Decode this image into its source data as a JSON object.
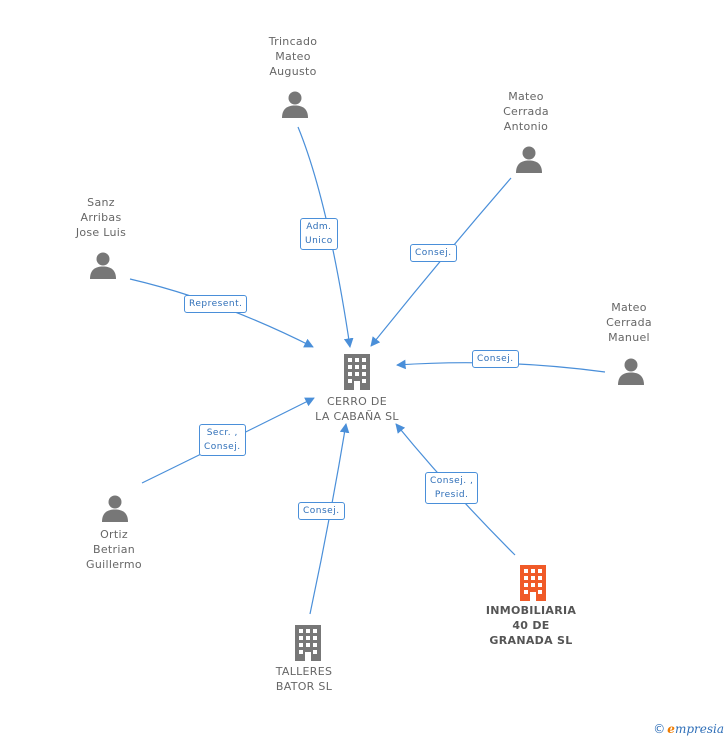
{
  "colors": {
    "edge": "#4a8fd9",
    "person_icon": "#777777",
    "company_icon": "#777777",
    "company_highlight_icon": "#f05a28"
  },
  "nodes": [
    {
      "id": "center",
      "kind": "company",
      "label": "CERRO DE\nLA CABAÑA SL"
    },
    {
      "id": "trincado",
      "kind": "person",
      "label": "Trincado\nMateo\nAugusto"
    },
    {
      "id": "mateo_antonio",
      "kind": "person",
      "label": "Mateo\nCerrada\nAntonio"
    },
    {
      "id": "sanz",
      "kind": "person",
      "label": "Sanz\nArribas\nJose Luis"
    },
    {
      "id": "mateo_manuel",
      "kind": "person",
      "label": "Mateo\nCerrada\nManuel"
    },
    {
      "id": "ortiz",
      "kind": "person",
      "label": "Ortiz\nBetrian\nGuillermo"
    },
    {
      "id": "talleres",
      "kind": "company",
      "label": "TALLERES\nBATOR SL"
    },
    {
      "id": "inmobiliaria",
      "kind": "company-highlight",
      "label": "INMOBILIARIA\n40 DE\nGRANADA  SL"
    }
  ],
  "edges": [
    {
      "from": "trincado",
      "label": "Adm.\nUnico"
    },
    {
      "from": "mateo_antonio",
      "label": "Consej."
    },
    {
      "from": "sanz",
      "label": "Represent."
    },
    {
      "from": "mateo_manuel",
      "label": "Consej."
    },
    {
      "from": "ortiz",
      "label": "Secr. ,\nConsej."
    },
    {
      "from": "talleres",
      "label": "Consej."
    },
    {
      "from": "inmobiliaria",
      "label": "Consej. ,\nPresid."
    }
  ],
  "footer": {
    "copyright": "©",
    "brand_first": "e",
    "brand_rest": "mpresia"
  }
}
